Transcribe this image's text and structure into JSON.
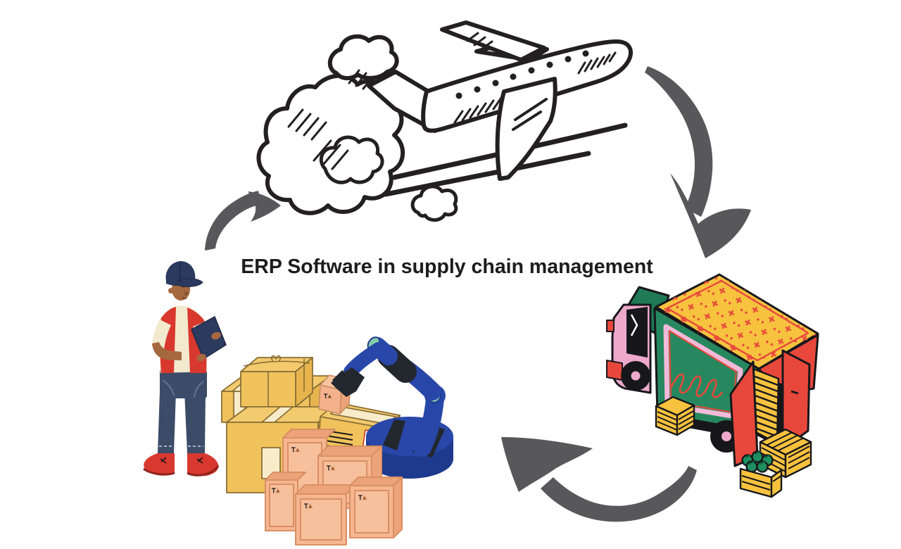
{
  "title": "ERP Software in supply chain management",
  "scene": {
    "airplane": "hand-drawn cargo airplane flying through clouds",
    "arrow_plane_to_truck": "gray curved arrow pointing down toward the delivery truck",
    "arrow_truck_to_warehouse": "gray curved arrow pointing up-left toward the warehouse robot",
    "arrow_worker_to_plane": "gray curved arrow pointing up-right toward the airplane",
    "worker": "warehouse worker in cap and red vest writing on a clipboard",
    "boxes": "stacked yellow cardboard parcels with tape and labels",
    "robotic_arm": "blue robotic arm on round base picking up a parcel",
    "crates": "stacked peach shipping crates with handling marks",
    "truck": "green delivery truck with patterned roof, open red doors and yellow produce crates"
  },
  "palette": {
    "ink": "#242021",
    "arrow_gray": "#58585a",
    "title_color": "#1c1c1c",
    "box_yellow": "#f0c25c",
    "box_tape": "#f8ecca",
    "crate_peach": "#f5b690",
    "robot_blue": "#2847a8",
    "robot_dark_blue": "#1d3a8c",
    "robot_teal": "#85ccae",
    "truck_green": "#27885f",
    "truck_dark_green": "#1f7a55",
    "truck_pink": "#eda9cb",
    "truck_red": "#e8483c",
    "truck_yellow": "#f7c23e",
    "vest_red": "#d8382e",
    "shirt_cream": "#f3e9ce",
    "jeans_navy": "#3c4b68",
    "skin_brown": "#a5683f"
  }
}
